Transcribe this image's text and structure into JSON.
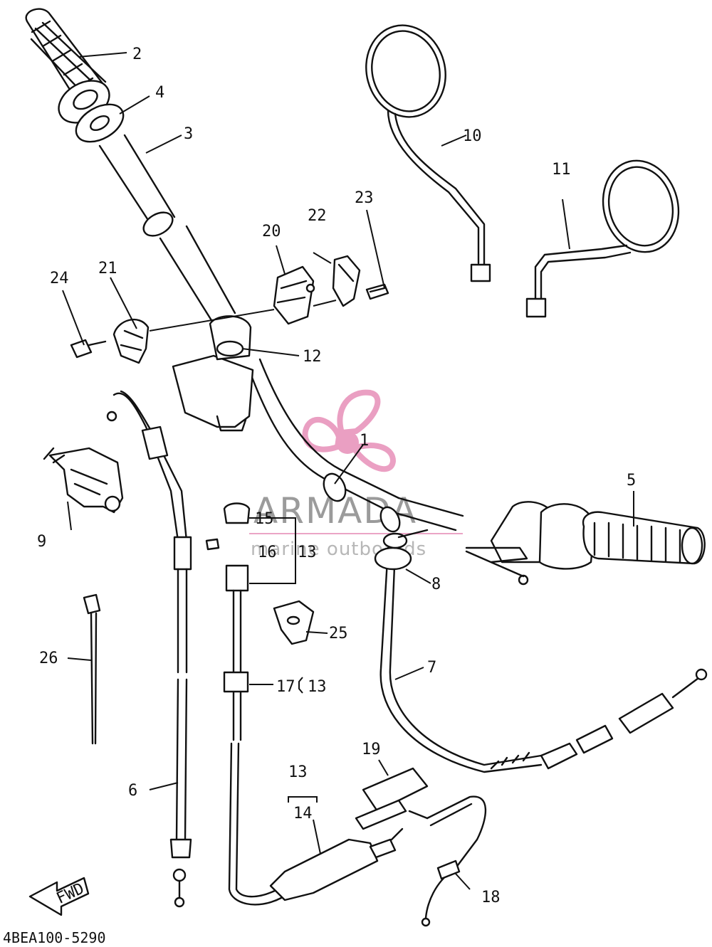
{
  "diagram": {
    "part_code": "4BEA100-5290",
    "fwd_label": "FWD",
    "watermark": {
      "brand": "ARMADA",
      "tagline": "marine outboards",
      "accent": "#e78fb8"
    },
    "callouts": {
      "c1": "1",
      "c2": "2",
      "c3": "3",
      "c4": "4",
      "c5": "5",
      "c6": "6",
      "c7": "7",
      "c8": "8",
      "c9": "9",
      "c10": "10",
      "c11": "11",
      "c12": "12",
      "c13a": "13",
      "c13b": "13",
      "c13c": "13",
      "c14": "14",
      "c15": "15",
      "c16": "16",
      "c17": "17",
      "c18": "18",
      "c19": "19",
      "c20": "20",
      "c21": "21",
      "c22": "22",
      "c23": "23",
      "c24": "24",
      "c25": "25",
      "c26": "26"
    }
  }
}
